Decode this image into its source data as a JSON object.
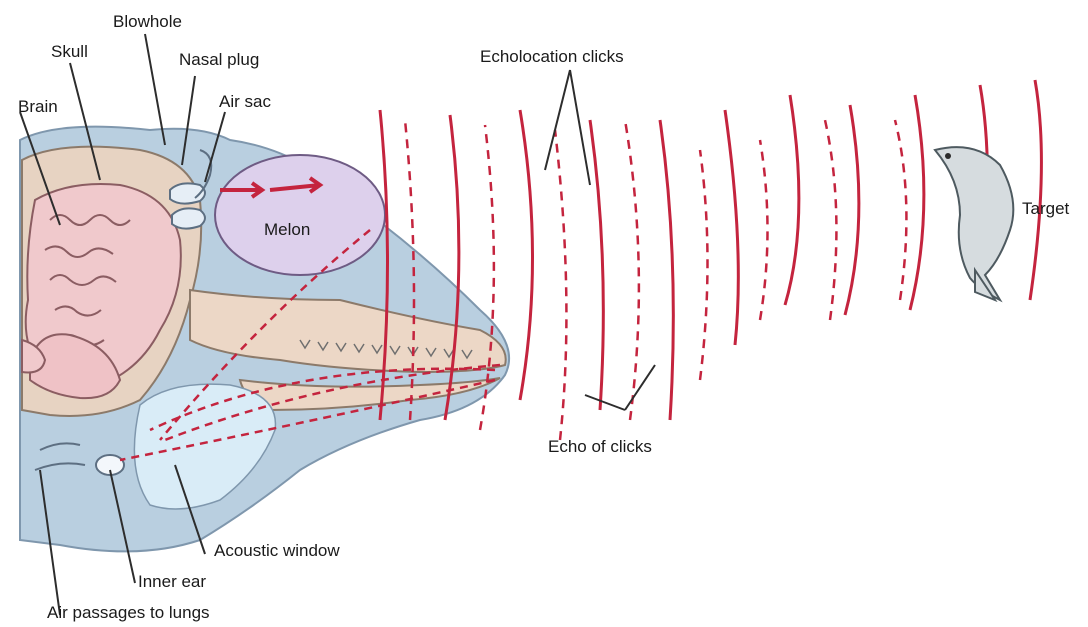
{
  "labels": {
    "blowhole": "Blowhole",
    "skull": "Skull",
    "nasal_plug": "Nasal plug",
    "air_sac": "Air sac",
    "brain": "Brain",
    "melon": "Melon",
    "echolocation_clicks": "Echolocation clicks",
    "target": "Target",
    "echo_of_clicks": "Echo of clicks",
    "acoustic_window": "Acoustic window",
    "inner_ear": "Inner ear",
    "air_passages": "Air passages to lungs"
  },
  "colors": {
    "head_outline": "#8ea7bd",
    "head_fill": "#b9cfe0",
    "skull_fill": "#e7d3c2",
    "brain_fill": "#f0c9cc",
    "melon_fill": "#ddd0ec",
    "jaw_fill": "#ecd7c6",
    "window_fill": "#d9ecf7",
    "wave_red": "#c4243e"
  }
}
